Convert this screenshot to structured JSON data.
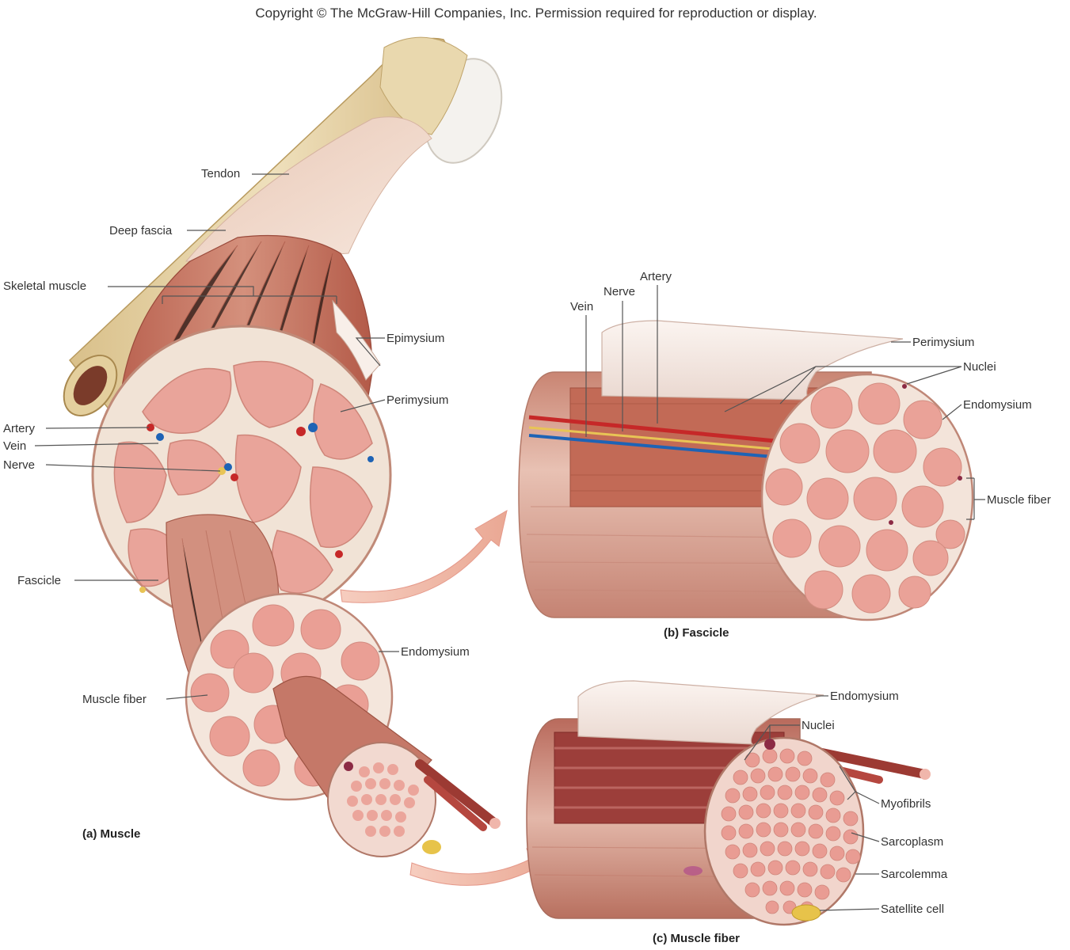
{
  "copyright": "Copyright © The McGraw-Hill Companies, Inc. Permission required for reproduction or display.",
  "panel_a": {
    "caption": "(a) Muscle",
    "labels": {
      "tendon": "Tendon",
      "deep_fascia": "Deep fascia",
      "skeletal_muscle": "Skeletal muscle",
      "epimysium": "Epimysium",
      "perimysium": "Perimysium",
      "artery": "Artery",
      "vein": "Vein",
      "nerve": "Nerve",
      "fascicle": "Fascicle",
      "endomysium": "Endomysium",
      "muscle_fiber": "Muscle fiber"
    }
  },
  "panel_b": {
    "caption": "(b) Fascicle",
    "labels": {
      "artery": "Artery",
      "nerve": "Nerve",
      "vein": "Vein",
      "perimysium": "Perimysium",
      "nuclei": "Nuclei",
      "endomysium": "Endomysium",
      "muscle_fiber": "Muscle fiber"
    }
  },
  "panel_c": {
    "caption": "(c) Muscle fiber",
    "labels": {
      "endomysium": "Endomysium",
      "nuclei": "Nuclei",
      "myofibrils": "Myofibrils",
      "sarcoplasm": "Sarcoplasm",
      "sarcolemma": "Sarcolemma",
      "satellite_cell": "Satellite cell"
    }
  },
  "colors": {
    "muscle": "#c97a68",
    "muscle_dark": "#a85546",
    "fiber_pink": "#e9a8a0",
    "connective": "#f3e8dc",
    "bone": "#e6d3a8",
    "artery": "#c62828",
    "vein": "#1e63b5",
    "nerve": "#e8c455"
  }
}
